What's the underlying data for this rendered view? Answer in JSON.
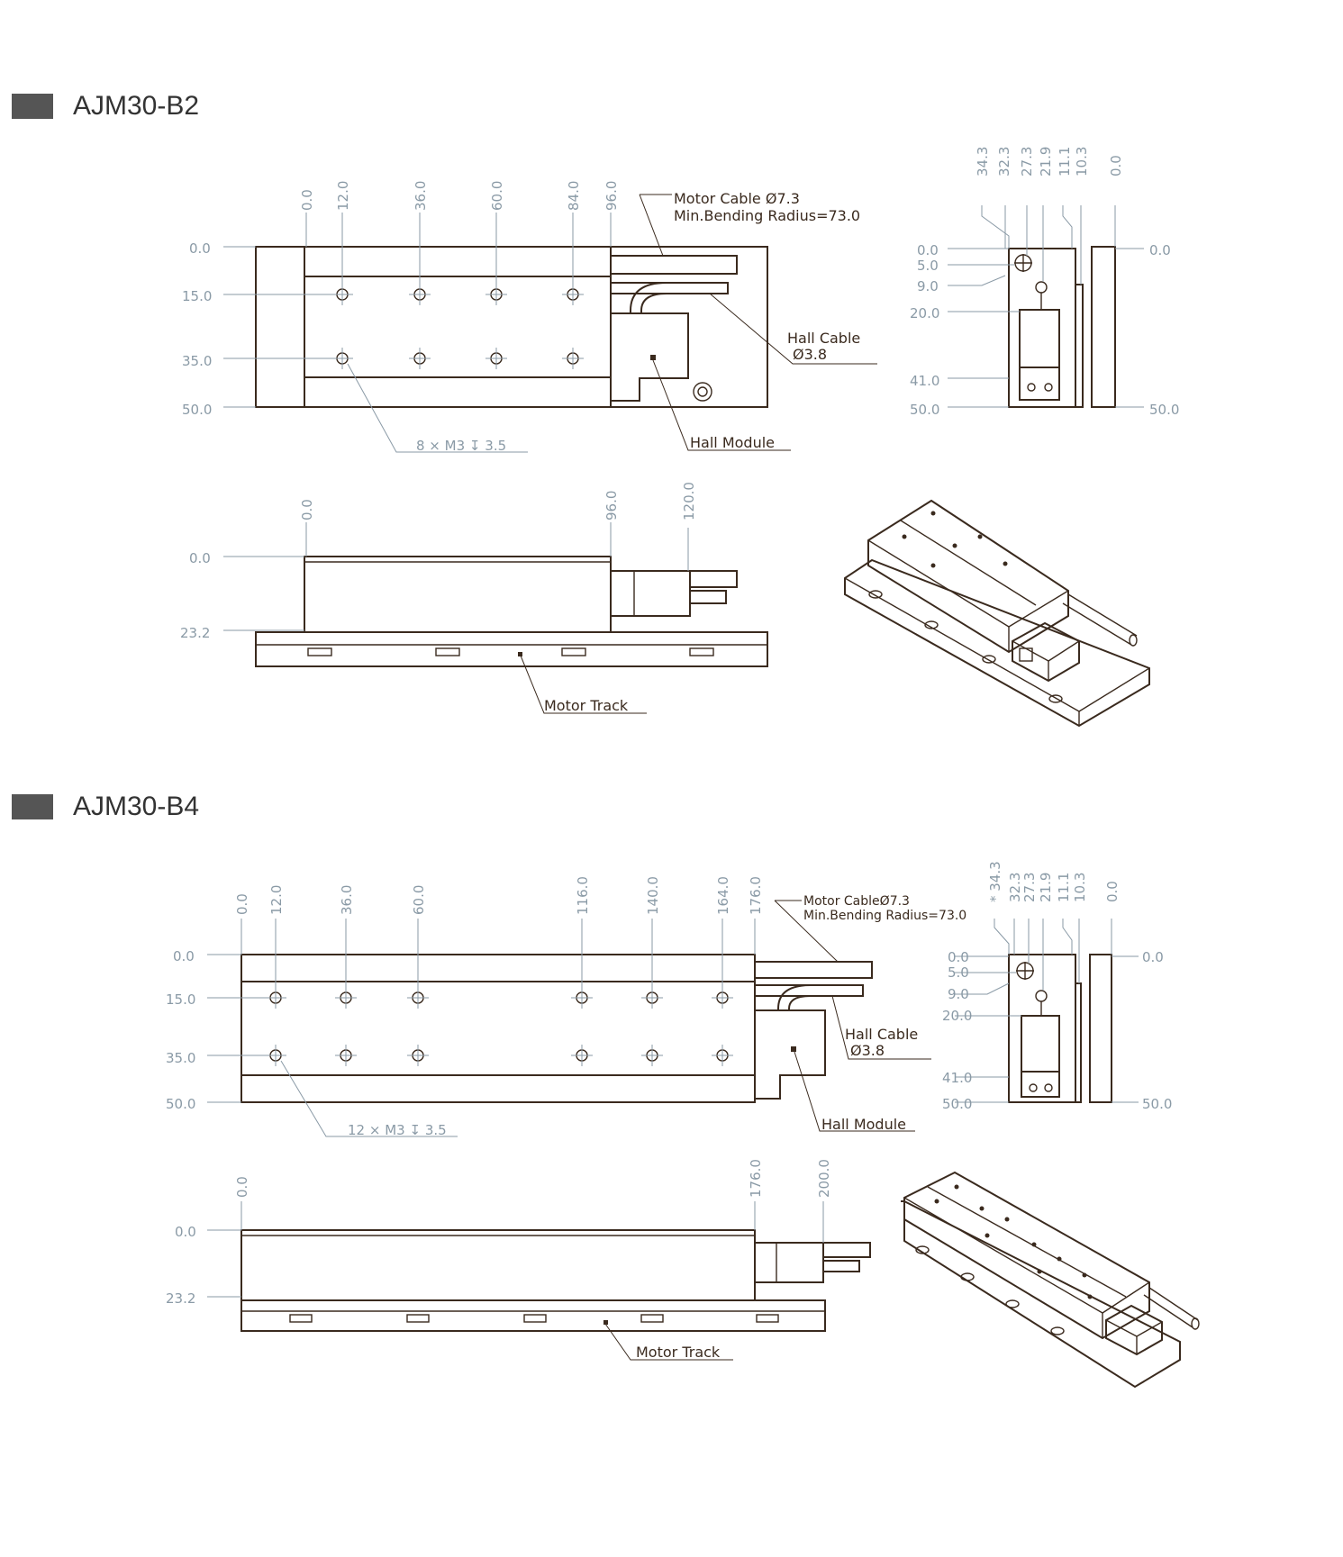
{
  "sections": [
    {
      "title": "AJM30-B2",
      "top_view": {
        "x_dims": [
          "0.0",
          "12.0",
          "36.0",
          "60.0",
          "84.0",
          "96.0"
        ],
        "y_dims": [
          "0.0",
          "15.0",
          "35.0",
          "50.0"
        ],
        "motor_cable_label": "Motor Cable",
        "motor_cable_dia": "7.3",
        "bending_radius": "Min.Bending Radius=73.0",
        "hall_cable_label": "Hall Cable",
        "hall_cable_dia": "3.8",
        "hall_module_label": "Hall Module",
        "hole_callout": "8 × M3",
        "hole_depth": "3.5"
      },
      "end_view": {
        "x_dims": [
          "34.3",
          "32.3",
          "27.3",
          "21.9",
          "11.1",
          "10.3",
          "0.0"
        ],
        "y_dims_left": [
          "0.0",
          "5.0",
          "9.0",
          "20.0",
          "41.0",
          "50.0"
        ],
        "y_dims_right": [
          "0.0",
          "50.0"
        ]
      },
      "side_view": {
        "x_dims": [
          "0.0",
          "96.0",
          "120.0"
        ],
        "y_dims": [
          "0.0",
          "23.2"
        ],
        "track_label": "Motor Track"
      }
    },
    {
      "title": "AJM30-B4",
      "top_view": {
        "x_dims": [
          "0.0",
          "12.0",
          "36.0",
          "60.0",
          "116.0",
          "140.0",
          "164.0",
          "176.0"
        ],
        "y_dims": [
          "0.0",
          "15.0",
          "35.0",
          "50.0"
        ],
        "motor_cable_label": "Motor Cable",
        "motor_cable_dia": "7.3",
        "bending_radius": "Min.Bending Radius=73.0",
        "hall_cable_label": "Hall Cable",
        "hall_cable_dia": "3.8",
        "hall_module_label": "Hall Module",
        "hole_callout": "12 × M3",
        "hole_depth": "3.5"
      },
      "end_view": {
        "x_dims": [
          "* 34.3",
          "32.3",
          "27.3",
          "21.9",
          "11.1",
          "10.3",
          "0.0"
        ],
        "y_dims_left": [
          "0.0",
          "5.0",
          "9.0",
          "20.0",
          "41.0",
          "50.0"
        ],
        "y_dims_right": [
          "0.0",
          "50.0"
        ]
      },
      "side_view": {
        "x_dims": [
          "0.0",
          "176.0",
          "200.0"
        ],
        "y_dims": [
          "0.0",
          "23.2"
        ],
        "track_label": "Motor Track"
      }
    }
  ],
  "symbols": {
    "diameter": "Ø",
    "depth": "↧"
  }
}
